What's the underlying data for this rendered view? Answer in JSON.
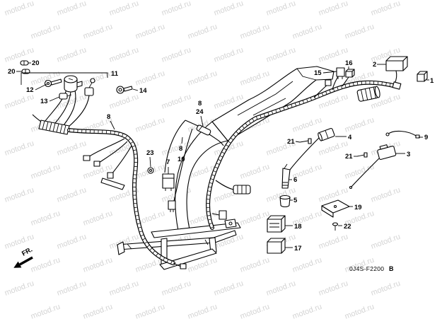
{
  "diagram": {
    "callouts": [
      "20",
      "20",
      "11",
      "12",
      "13",
      "14",
      "8",
      "8",
      "24",
      "23",
      "7",
      "8",
      "10",
      "15",
      "16",
      "2",
      "1",
      "4",
      "21",
      "9",
      "21",
      "3",
      "6",
      "5",
      "19",
      "18",
      "22",
      "17"
    ],
    "direction_label": "FR.",
    "figure_code": "0J4S-F2200",
    "figure_suffix": "B"
  },
  "watermark": "motod.ru",
  "colors": {
    "line": "#000000",
    "background": "#ffffff",
    "watermark": "#d4d4d4"
  }
}
